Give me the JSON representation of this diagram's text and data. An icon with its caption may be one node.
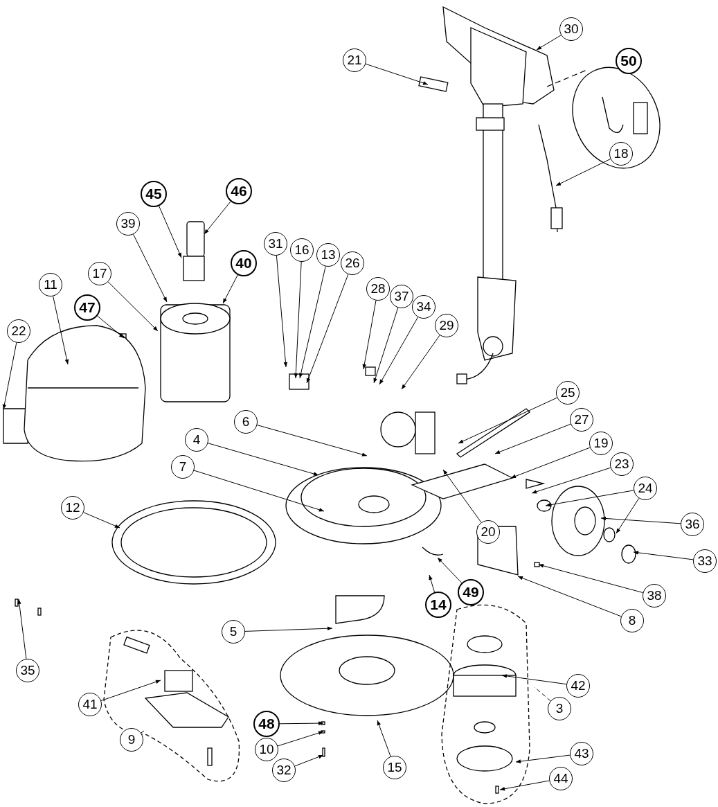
{
  "diagram": {
    "nodes": [
      {
        "text": [
          "30"
        ]
      },
      {
        "text": [
          "21"
        ]
      },
      {
        "text": [
          "50"
        ]
      },
      {
        "text": [
          "18"
        ]
      },
      {
        "text": [
          "46"
        ]
      },
      {
        "text": [
          "45"
        ]
      },
      {
        "text": [
          "39"
        ]
      },
      {
        "text": [
          "40"
        ]
      },
      {
        "text": [
          "31"
        ]
      },
      {
        "text": [
          "16"
        ]
      },
      {
        "text": [
          "13"
        ]
      },
      {
        "text": [
          "26"
        ]
      },
      {
        "text": [
          "17"
        ]
      },
      {
        "text": [
          "28"
        ]
      },
      {
        "text": [
          "37"
        ]
      },
      {
        "text": [
          "11"
        ]
      },
      {
        "text": [
          "34"
        ]
      },
      {
        "text": [
          "47"
        ]
      },
      {
        "text": [
          "29"
        ]
      },
      {
        "text": [
          "22"
        ]
      },
      {
        "text": [
          "25"
        ]
      },
      {
        "text": [
          "6"
        ]
      },
      {
        "text": [
          "27"
        ]
      },
      {
        "text": [
          "4"
        ]
      },
      {
        "text": [
          "19"
        ]
      },
      {
        "text": [
          "7"
        ]
      },
      {
        "text": [
          "23"
        ]
      },
      {
        "text": [
          "20"
        ]
      },
      {
        "text": [
          "24"
        ]
      },
      {
        "text": [
          "12"
        ]
      },
      {
        "text": [
          "36"
        ]
      },
      {
        "text": [
          "33"
        ]
      },
      {
        "text": [
          "14"
        ]
      },
      {
        "text": [
          "49"
        ]
      },
      {
        "text": [
          "38"
        ]
      },
      {
        "text": [
          "8"
        ]
      },
      {
        "text": [
          "35"
        ]
      },
      {
        "text": [
          "5"
        ]
      },
      {
        "text": [
          "41"
        ]
      },
      {
        "text": [
          "3"
        ]
      },
      {
        "text": [
          "42"
        ]
      },
      {
        "text": [
          "9"
        ]
      },
      {
        "text": [
          "48"
        ]
      },
      {
        "text": [
          "10"
        ]
      },
      {
        "text": [
          "15"
        ]
      },
      {
        "text": [
          "43"
        ]
      },
      {
        "text": [
          "32"
        ]
      },
      {
        "text": [
          "44"
        ]
      }
    ],
    "edges": [
      {
        "from": 0,
        "to": null,
        "arrow": "to"
      },
      {
        "from": 1,
        "to": null,
        "arrow": "to"
      },
      {
        "from": 3,
        "to": null,
        "arrow": "to"
      },
      {
        "from": 4,
        "to": null,
        "arrow": "to"
      },
      {
        "from": 5,
        "to": null,
        "arrow": "to"
      },
      {
        "from": 6,
        "to": null,
        "arrow": "to"
      },
      {
        "from": 7,
        "to": null,
        "arrow": "to"
      },
      {
        "from": 8,
        "to": null,
        "arrow": "to"
      },
      {
        "from": 9,
        "to": null,
        "arrow": "to"
      },
      {
        "from": 10,
        "to": null,
        "arrow": "to"
      },
      {
        "from": 11,
        "to": null,
        "arrow": "to"
      },
      {
        "from": 12,
        "to": null,
        "arrow": "to"
      },
      {
        "from": 13,
        "to": null,
        "arrow": "to"
      },
      {
        "from": 14,
        "to": null,
        "arrow": "to"
      },
      {
        "from": 15,
        "to": null,
        "arrow": "to"
      },
      {
        "from": 16,
        "to": null,
        "arrow": "to"
      },
      {
        "from": 17,
        "to": null,
        "arrow": "to"
      },
      {
        "from": 18,
        "to": null,
        "arrow": "to"
      },
      {
        "from": 19,
        "to": null,
        "arrow": "to"
      },
      {
        "from": 20,
        "to": null,
        "arrow": "to"
      },
      {
        "from": 21,
        "to": null,
        "arrow": "to"
      },
      {
        "from": 22,
        "to": null,
        "arrow": "to"
      },
      {
        "from": 23,
        "to": null,
        "arrow": "to"
      },
      {
        "from": 24,
        "to": null,
        "arrow": "to"
      },
      {
        "from": 25,
        "to": null,
        "arrow": "to"
      },
      {
        "from": 26,
        "to": null,
        "arrow": "to"
      },
      {
        "from": 27,
        "to": null,
        "arrow": "to"
      },
      {
        "from": 28,
        "to": null,
        "arrow": "to"
      },
      {
        "from": 28,
        "to": null,
        "arrow": "to"
      },
      {
        "from": 29,
        "to": null,
        "arrow": "to"
      },
      {
        "from": 30,
        "to": null,
        "arrow": "to"
      },
      {
        "from": 31,
        "to": null,
        "arrow": "to"
      },
      {
        "from": 32,
        "to": null,
        "arrow": "to"
      },
      {
        "from": 33,
        "to": null,
        "arrow": "to"
      },
      {
        "from": 34,
        "to": null,
        "arrow": "to"
      },
      {
        "from": 35,
        "to": null,
        "arrow": "to"
      },
      {
        "from": 36,
        "to": null,
        "arrow": "to"
      },
      {
        "from": 37,
        "to": null,
        "arrow": "to"
      },
      {
        "from": 38,
        "to": null,
        "arrow": "to"
      },
      {
        "from": 39,
        "to": null,
        "arrow": "none",
        "style": "dashed"
      },
      {
        "from": 40,
        "to": null,
        "arrow": "to"
      },
      {
        "from": 41,
        "to": null,
        "arrow": "none",
        "style": "dashed"
      },
      {
        "from": 42,
        "to": null,
        "arrow": "to"
      },
      {
        "from": 43,
        "to": null,
        "arrow": "to"
      },
      {
        "from": 44,
        "to": null,
        "arrow": "to"
      },
      {
        "from": 45,
        "to": null,
        "arrow": "to"
      },
      {
        "from": 46,
        "to": null,
        "arrow": "to"
      },
      {
        "from": 47,
        "to": null,
        "arrow": "to"
      }
    ]
  }
}
